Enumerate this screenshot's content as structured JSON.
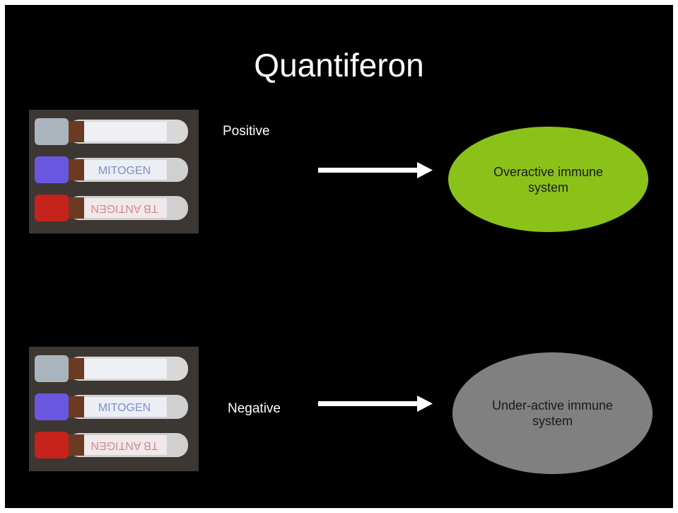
{
  "slide": {
    "title": "Quantiferon",
    "background": "#000000"
  },
  "tube_photo": {
    "cap_colors": [
      "#aab4bc",
      "#6a57e0",
      "#c4221a"
    ],
    "tube_labels": [
      "",
      "MITOGEN",
      "TB ANTIGEN"
    ]
  },
  "positive": {
    "label": "Positive",
    "result_line1": "Overactive immune",
    "result_line2": "system",
    "result_color": "#8bc21a"
  },
  "negative": {
    "label": "Negative",
    "result_line1": "Under-active immune",
    "result_line2": "system",
    "result_color": "#808080"
  }
}
